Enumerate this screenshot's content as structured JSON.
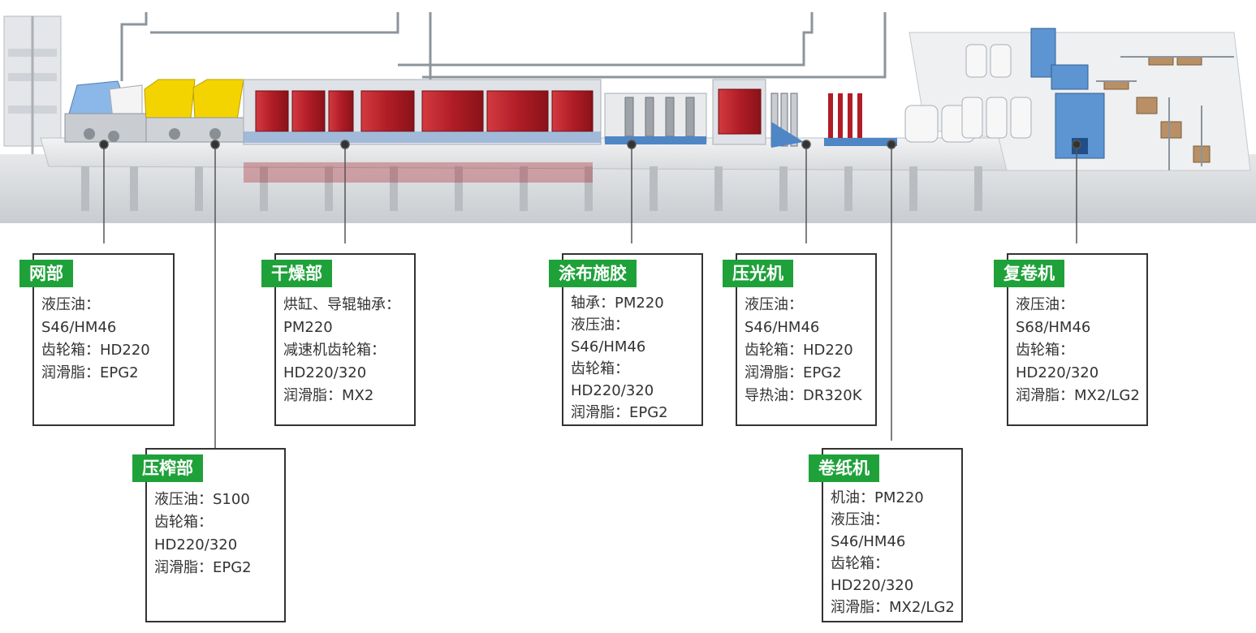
{
  "sections": [
    {
      "id": "wire",
      "title": "网部",
      "lines": [
        "液压油：",
        "S46/HM46",
        "齿轮箱：HD220",
        "润滑脂：EPG2"
      ]
    },
    {
      "id": "press",
      "title": "压榨部",
      "lines": [
        "液压油：S100",
        "齿轮箱：",
        "HD220/320",
        "润滑脂：EPG2"
      ]
    },
    {
      "id": "dryer",
      "title": "干燥部",
      "lines": [
        "烘缸、导辊轴承：",
        "PM220",
        "减速机齿轮箱：",
        "HD220/320",
        "润滑脂：MX2"
      ]
    },
    {
      "id": "coating",
      "title": "涂布施胶",
      "lines": [
        "轴承：PM220",
        "液压油：",
        "S46/HM46",
        "齿轮箱：",
        "HD220/320",
        "润滑脂：EPG2"
      ]
    },
    {
      "id": "calender",
      "title": "压光机",
      "lines": [
        "液压油：",
        "S46/HM46",
        "齿轮箱：HD220",
        "润滑脂：EPG2",
        "导热油：DR320K"
      ]
    },
    {
      "id": "reel",
      "title": "卷纸机",
      "lines": [
        "机油：PM220",
        "液压油：",
        "S46/HM46",
        "齿轮箱：",
        "HD220/320",
        "润滑脂：MX2/LG2"
      ]
    },
    {
      "id": "rewinder",
      "title": "复卷机",
      "lines": [
        "液压油：",
        "S68/HM46",
        "齿轮箱：",
        "HD220/320",
        "润滑脂：MX2/LG2"
      ]
    }
  ],
  "colors": {
    "tag": "#1fa13a",
    "border": "#333333",
    "dryer": "#b8202a",
    "headbox": "#f0d000",
    "press": "#7aaee0",
    "steel": "#5a8fc8"
  }
}
